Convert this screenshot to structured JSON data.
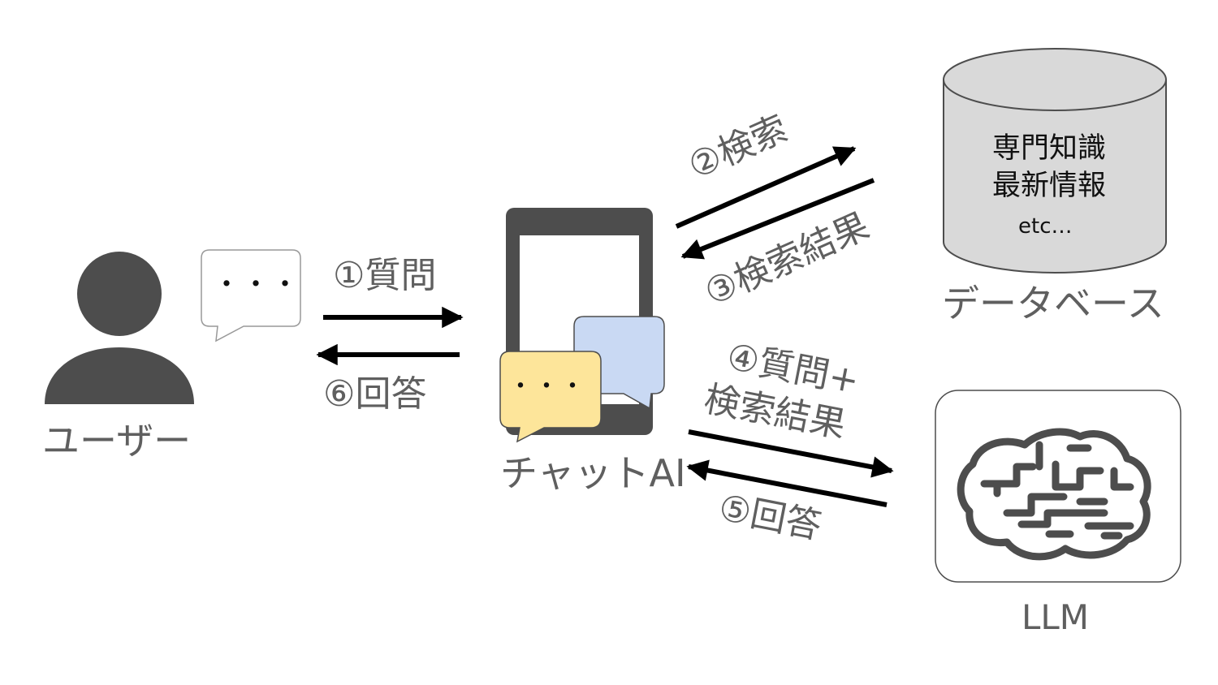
{
  "nodes": {
    "user": {
      "label": "ユーザー",
      "icon": "person-icon",
      "bubble_text": "・・・"
    },
    "chat_ai": {
      "label": "チャットAI",
      "icon": "smartphone-icon",
      "bubble_text": "・・・"
    },
    "database": {
      "label": "データベース",
      "icon": "database-cylinder-icon",
      "contents": [
        "専門知識",
        "最新情報",
        "etc…"
      ]
    },
    "llm": {
      "label": "LLM",
      "icon": "brain-icon"
    }
  },
  "steps": {
    "s1": "①質問",
    "s2": "②検索",
    "s3": "③検索結果",
    "s4_line1": "④質問+",
    "s4_line2": "検索結果",
    "s5": "⑤回答",
    "s6": "⑥回答"
  },
  "colors": {
    "icon_gray": "#4d4d4d",
    "label_gray": "#5f5f5f",
    "bubble_yellow": "#fde59a",
    "bubble_blue": "#c9d9f3",
    "cylinder_fill": "#d9d9d9",
    "arrow": "#000000"
  }
}
